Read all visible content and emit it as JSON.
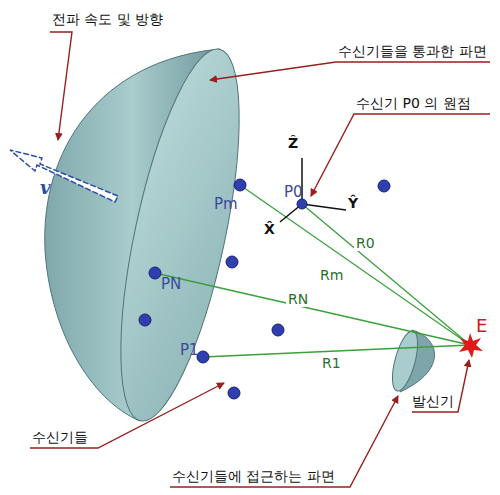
{
  "diagram": {
    "labels": [
      "전파 속도 및 방향",
      "수신기들을 통과한 파면",
      "수신기 P0 의 원점",
      "Ẑ",
      "Ŷ",
      "X̂",
      "v",
      "P0",
      "Pm",
      "PN",
      "P1",
      "R0",
      "Rm",
      "RN",
      "R1",
      "E",
      "발신기",
      "수신기들",
      "수신기들에 접근하는 파면"
    ]
  }
}
